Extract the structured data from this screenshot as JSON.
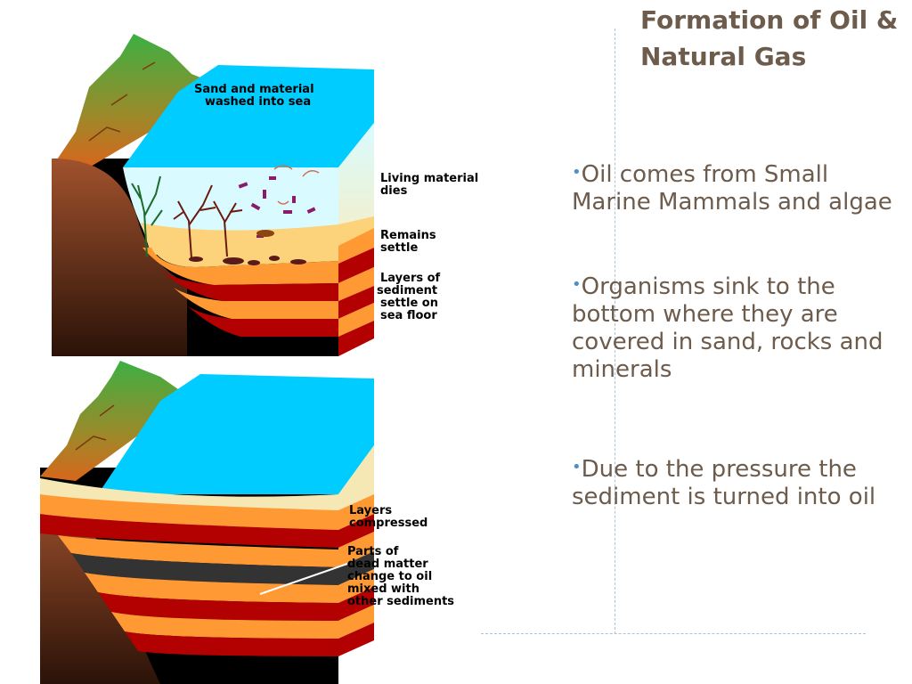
{
  "title": "Formation of Oil & Natural Gas",
  "bullet_glyph": "•",
  "bullets": [
    "Oil comes from Small Marine Mammals and algae",
    "Organisms sink to the bottom where they are covered in sand, rocks and minerals",
    "Due to the pressure the sediment is turned into oil"
  ],
  "diagram_top": {
    "label_sand_1": "Sand and material",
    "label_sand_2": "washed into sea",
    "label_living_1": "Living material",
    "label_living_2": "dies",
    "label_remains_1": "Remains",
    "label_remains_2": "settle",
    "label_layers_1": "Layers of",
    "label_layers_2": "sediment",
    "label_layers_3": "settle on",
    "label_layers_4": "sea floor"
  },
  "diagram_bottom": {
    "label_compressed_1": "Layers",
    "label_compressed_2": "compressed",
    "label_parts_1": "Parts of",
    "label_parts_2": "dead matter",
    "label_parts_3": "change to oil",
    "label_parts_4": "mixed with",
    "label_parts_5": "other sediments"
  },
  "colors": {
    "text": "#6d5b4c",
    "bullet_dot": "#4f8fc7",
    "water": "#00ccff",
    "water_light": "#b8f0fa",
    "sand": "#fcd27a",
    "layer_orange": "#ff9933",
    "layer_red": "#b30000",
    "oil": "#333333",
    "land_brown": "#8b3a1a",
    "grass": "#3cb043"
  }
}
